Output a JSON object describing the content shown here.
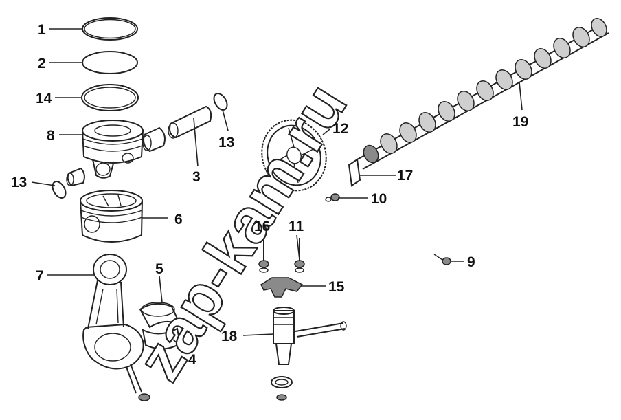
{
  "watermark": "zap-kam.ru",
  "callouts": [
    {
      "id": "c1",
      "text": "1"
    },
    {
      "id": "c2",
      "text": "2"
    },
    {
      "id": "c14",
      "text": "14"
    },
    {
      "id": "c8",
      "text": "8"
    },
    {
      "id": "c13a",
      "text": "13"
    },
    {
      "id": "c3",
      "text": "3"
    },
    {
      "id": "c13b",
      "text": "13"
    },
    {
      "id": "c6",
      "text": "6"
    },
    {
      "id": "c7",
      "text": "7"
    },
    {
      "id": "c5",
      "text": "5"
    },
    {
      "id": "c4",
      "text": "4"
    },
    {
      "id": "c12",
      "text": "12"
    },
    {
      "id": "c17",
      "text": "17"
    },
    {
      "id": "c10",
      "text": "10"
    },
    {
      "id": "c16",
      "text": "16"
    },
    {
      "id": "c11",
      "text": "11"
    },
    {
      "id": "c15",
      "text": "15"
    },
    {
      "id": "c18",
      "text": "18"
    },
    {
      "id": "c9",
      "text": "9"
    },
    {
      "id": "c19",
      "text": "19"
    }
  ]
}
